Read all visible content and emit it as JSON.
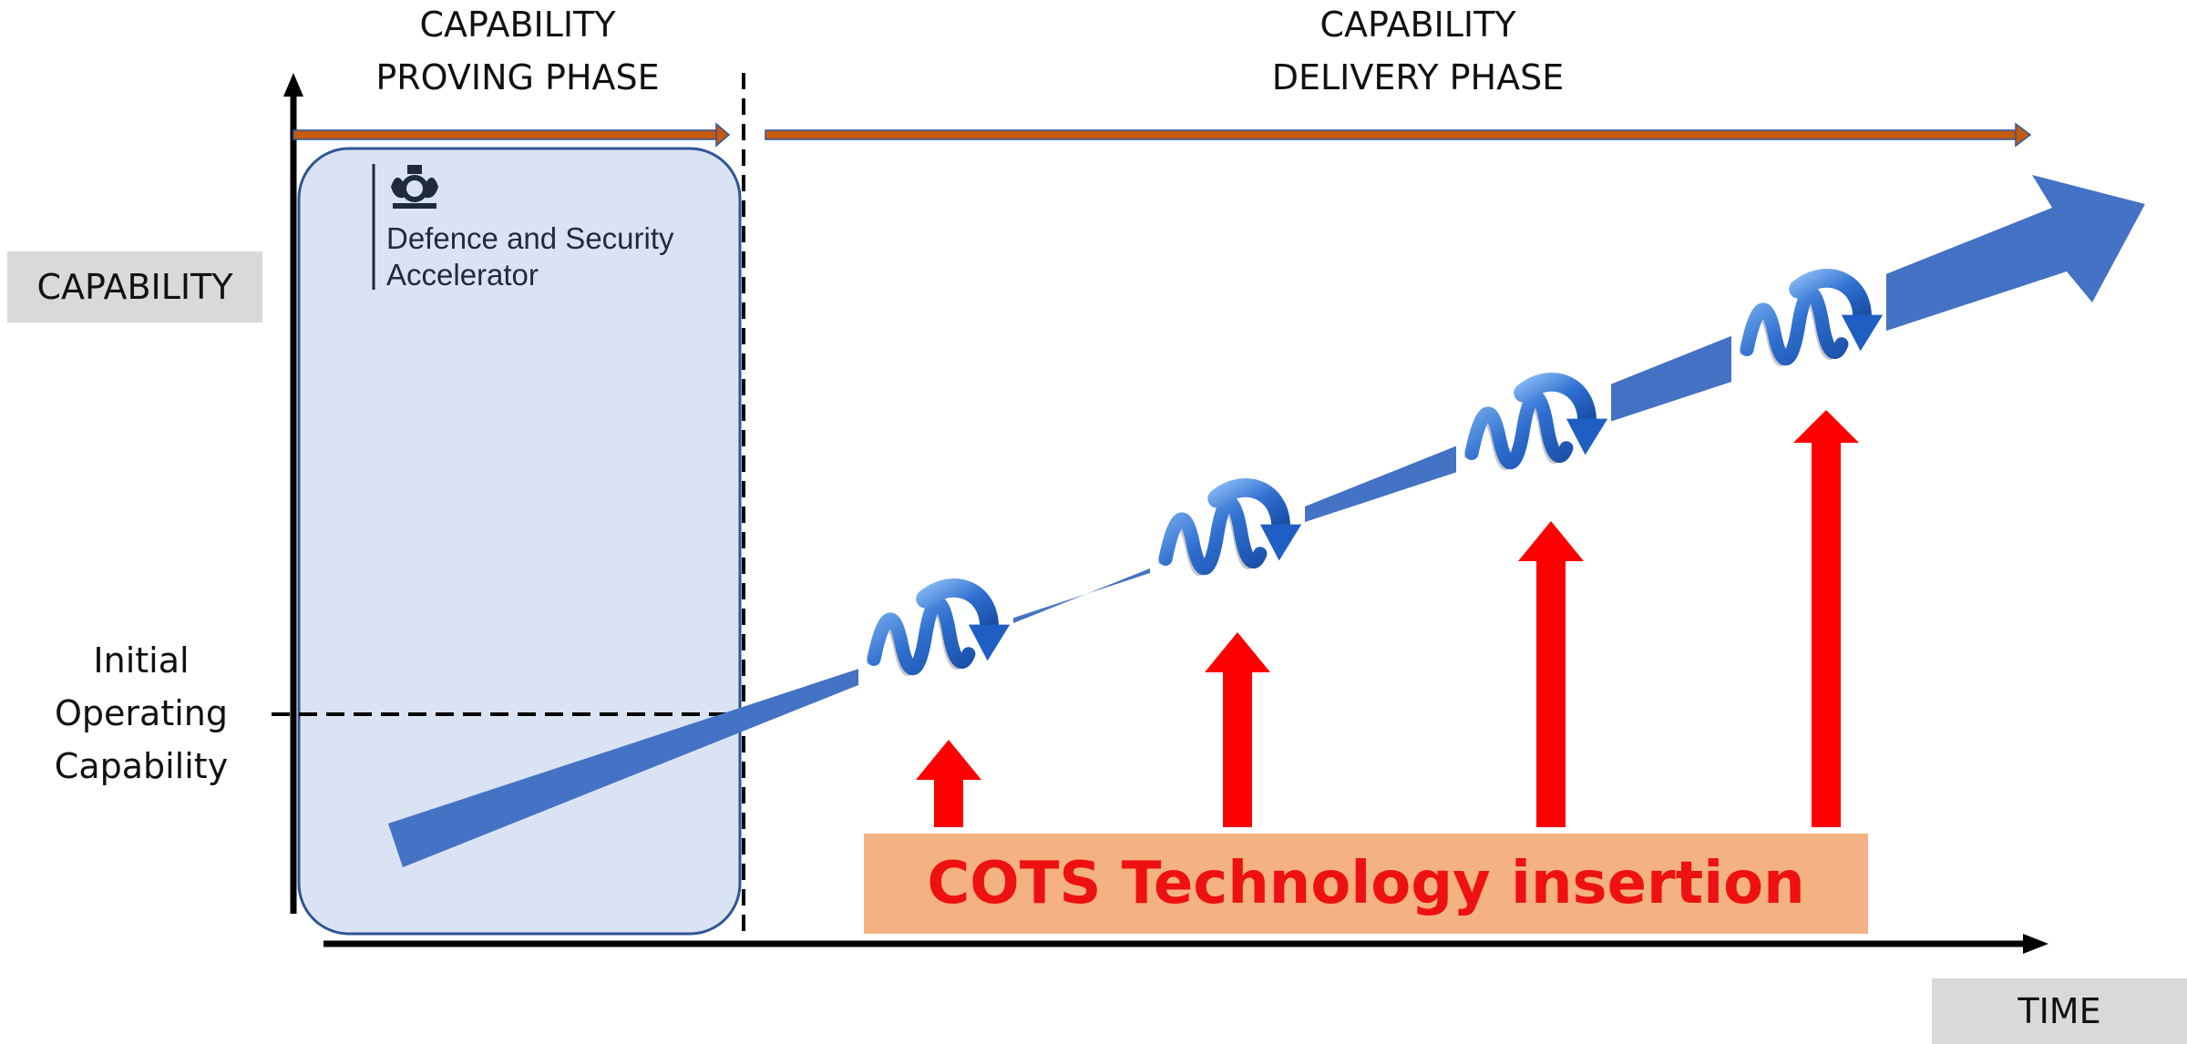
{
  "phases": {
    "proving": {
      "line1": "CAPABILITY",
      "line2": "PROVING PHASE"
    },
    "delivery": {
      "line1": "CAPABILITY",
      "line2": "DELIVERY PHASE"
    }
  },
  "axes": {
    "y_label": "CAPABILITY",
    "x_label": "TIME"
  },
  "ioc_label": {
    "line1": "Initial",
    "line2": "Operating",
    "line3": "Capability"
  },
  "dasa_logo": {
    "line1": "Defence and Security",
    "line2": "Accelerator",
    "crest_icon": "royal-coat-of-arms-icon"
  },
  "cots_label": "COTS Technology insertion",
  "spiral_icon": "spiral-arrow-icon",
  "colors": {
    "capability_arrow": "#4472c4",
    "phase_arrow": "#c55a11",
    "proving_box_fill": "#dae3f3",
    "proving_box_stroke": "#2f5597",
    "insertion_arrow": "#ff0000",
    "cots_box": "#f4b183",
    "cots_text": "#ee1111",
    "axis_label_box": "#d9d9d9"
  }
}
